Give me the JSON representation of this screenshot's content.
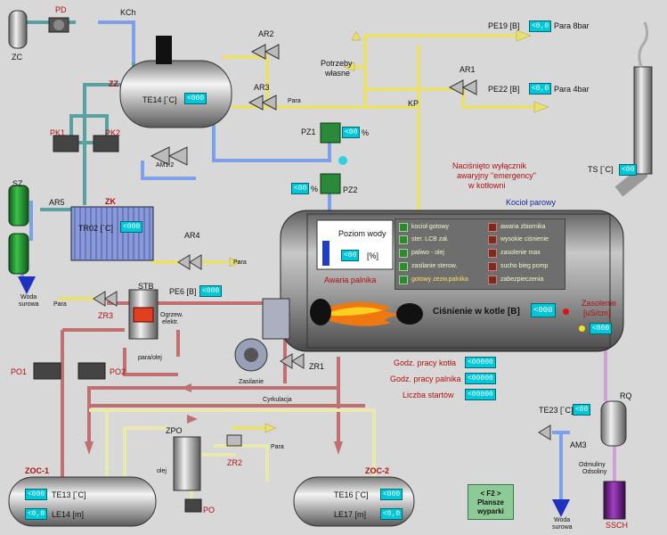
{
  "labels": {
    "zc": "ZC",
    "pd": "PD",
    "kch": "KCh",
    "zz": "ZZ",
    "te14": "TE14 [`C]",
    "ar2": "AR2",
    "ar3": "AR3",
    "para_small": "Para",
    "am12": "AM1.2",
    "pk1": "PK1",
    "pk2": "PK2",
    "sz": "SZ",
    "ar5": "AR5",
    "zk": "ZK",
    "tr02": "TR02 [`C]",
    "ar4": "AR4",
    "para_ar4": "Para",
    "woda_surowa_l1": "Woda",
    "woda_surowa_l2": "surowa",
    "pz1": "PZ1",
    "pz2": "PZ2",
    "pct1": "%",
    "pct2": "%",
    "potrzeby1": "Potrzeby",
    "potrzeby2": "własne",
    "kp": "KP",
    "pe19": "PE19 [B]",
    "para8": "Para 8bar",
    "ar1": "AR1",
    "pe22": "PE22 [B]",
    "para4": "Para 4bar",
    "emerg1": "Naciśnięto wyłącznik",
    "emerg2": "awaryjny \"emergency\"",
    "emerg3": "w kotłowni",
    "ts": "TS [`C]",
    "kociol": "Kocioł parowy",
    "poziom": "Poziom wody",
    "pct_unit": "[%]",
    "awaria": "Awaria palnika",
    "cisnienie": "Ciśnienie w kotle [B]",
    "zasolenie1": "Zasolenie",
    "zasolenie2": "[uS/cm]",
    "para_stb": "Para",
    "stb": "STB",
    "pe6": "PE6 [B]",
    "zr3": "ZR3",
    "ogrzew1": "Ogrzew.",
    "ogrzew2": "elektr.",
    "para_olej": "para/olej",
    "po1": "PO1",
    "po2": "PO2",
    "zasilanie": "Zasilanie",
    "zr1": "ZR1",
    "cyrkulacja": "Cyrkulacja",
    "godz_kotla": "Godz. pracy kotła",
    "godz_palnika": "Godz. pracy palnika",
    "liczba": "Liczba startów",
    "rq": "RQ",
    "te23": "TE23 [`C]",
    "am3": "AM3",
    "odmuliny1": "Odmuliny",
    "odmuliny2": "Odsoliny",
    "woda2_1": "Woda",
    "woda2_2": "surowa",
    "ssch": "SSCH",
    "zpo": "ZPO",
    "olej": "olej",
    "para_zr2": "Para",
    "zr2": "ZR2",
    "po": "PO",
    "zoc1": "ZOC-1",
    "te13": "TE13 [`C]",
    "le14": "LE14 [m]",
    "zoc2": "ZOC-2",
    "te16": "TE16 [`C]",
    "le17": "LE17 [m]"
  },
  "values": {
    "te14": "<000",
    "tr02": "<000",
    "pz1": "<00",
    "pz2": "<00",
    "pe19": "<0,0",
    "pe22": "<0,0",
    "ts": "<00",
    "poziom": "<00",
    "cisnienie": "<000",
    "zasolenie": "<000",
    "pe6": "<000",
    "godz_kotla": "<00000",
    "godz_palnika": "<00000",
    "liczba": "<00000",
    "te23": "<00",
    "te13": "<000",
    "le14": "<0,0",
    "te16": "<000",
    "le17": "<0,0"
  },
  "indicators_left": [
    "kocioł gotowy",
    "ster. LCB zał.",
    "paliwo - olej",
    "zasilanie sterow.",
    "gotowy zezw.palnika"
  ],
  "indicators_right": [
    "awaria zbiornika",
    "wysokie ciśnienie",
    "zasolenie max",
    "sucho bieg pomp",
    "zabezpieczenia"
  ],
  "button": {
    "l1": "< F2 >",
    "l2": "Plansze",
    "l3": "wyparki"
  },
  "colors": {
    "steam": "#e8e070",
    "water": "#7da0e8",
    "circ": "#c07070",
    "oil": "#e0e0a0",
    "cyan": "#00c8d8"
  }
}
